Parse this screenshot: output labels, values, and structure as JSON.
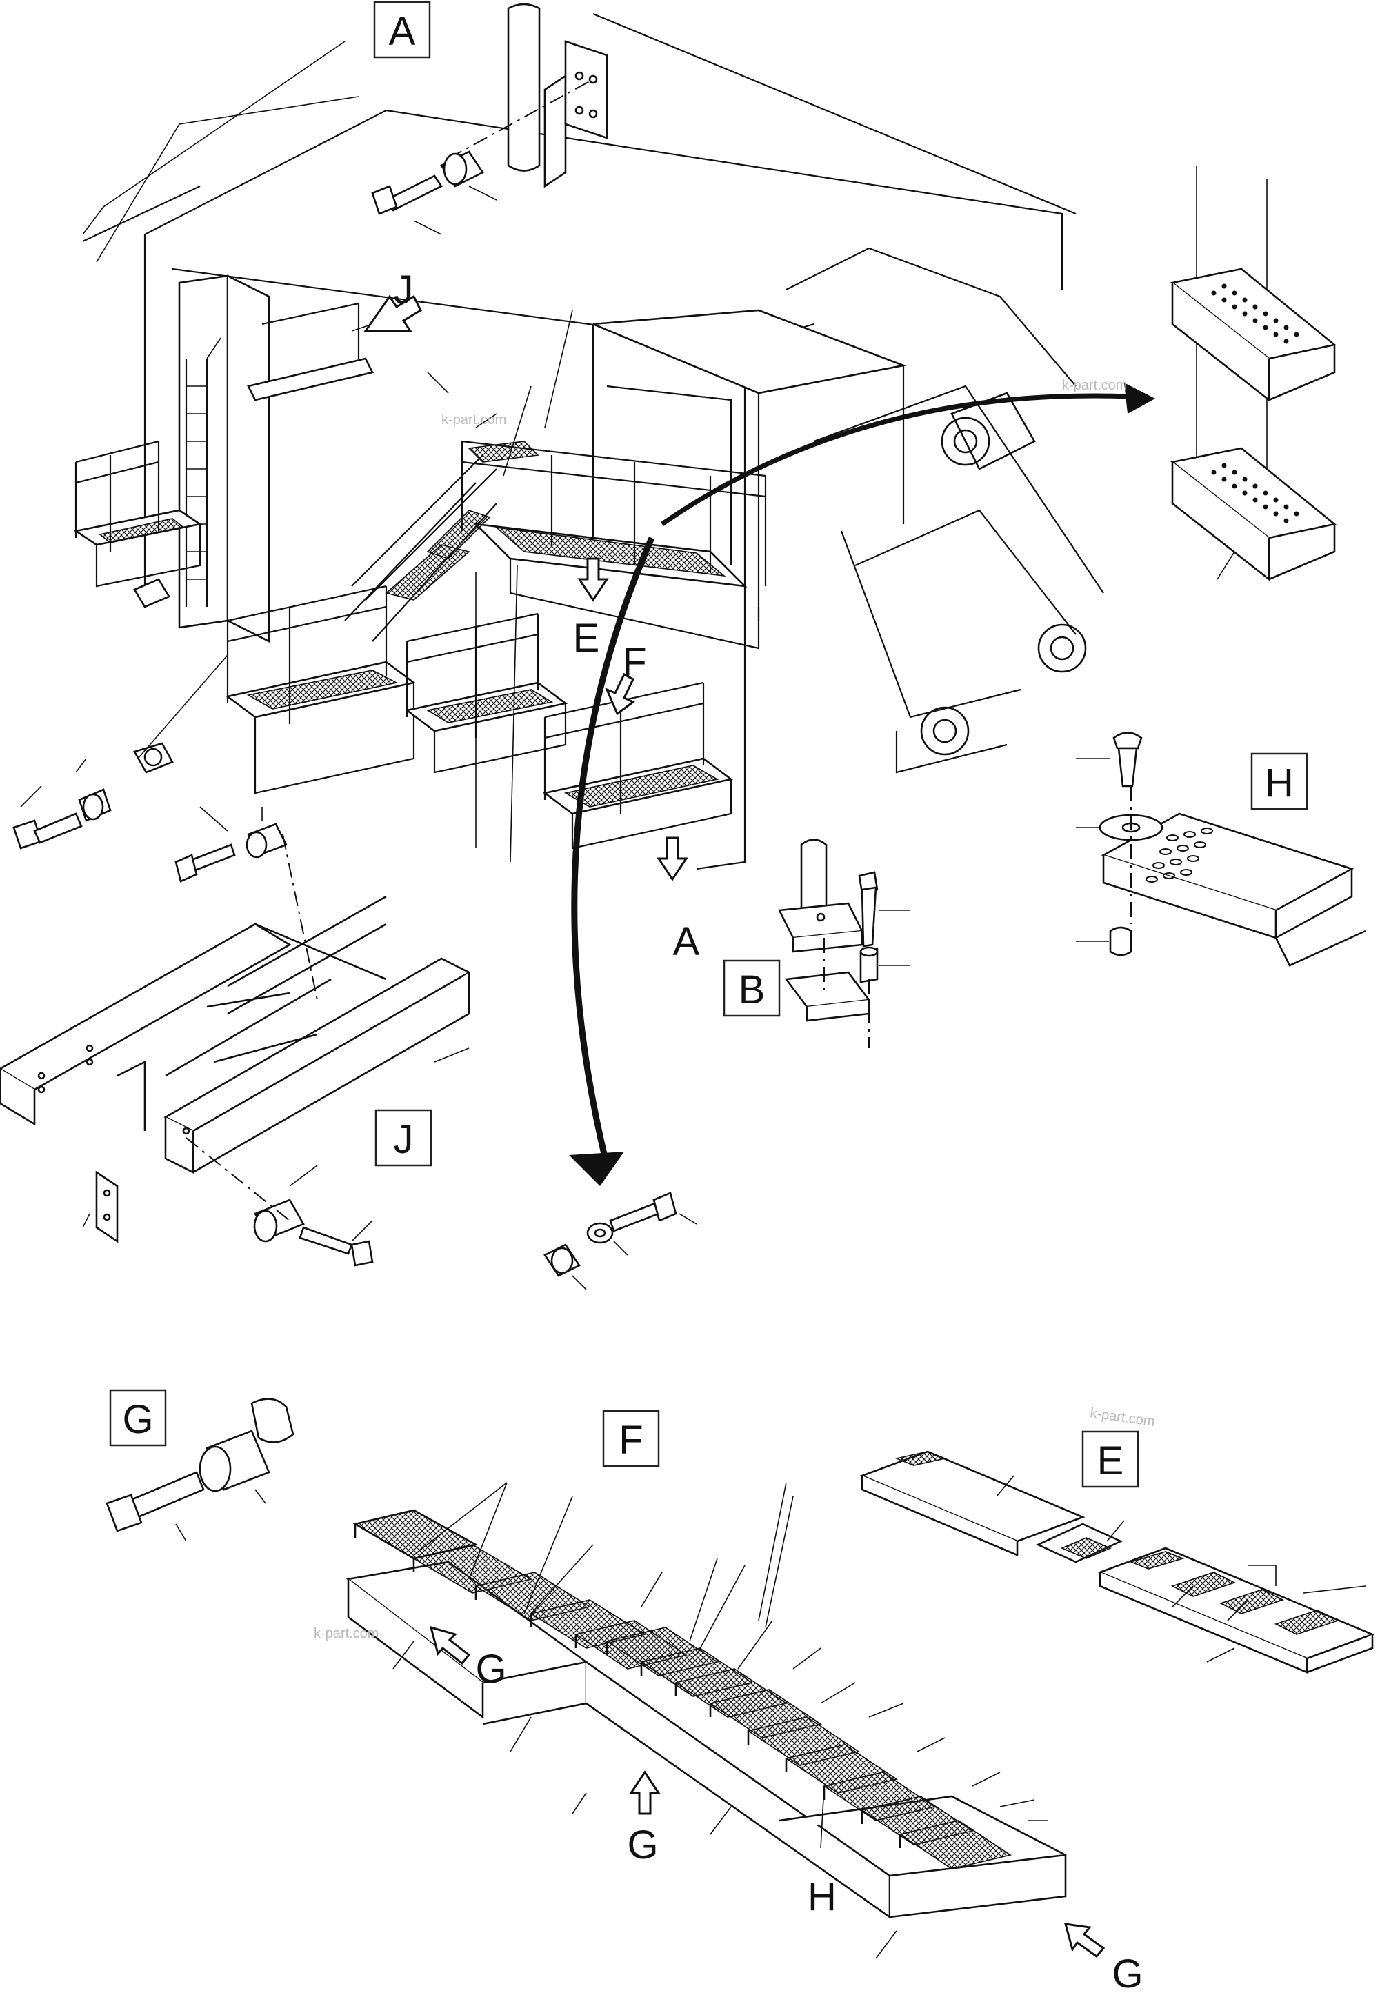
{
  "labels": {
    "A": "A",
    "B": "B",
    "E": "E",
    "F": "F",
    "G": "G",
    "H": "H",
    "J": "J"
  },
  "watermark": "k-part.com"
}
